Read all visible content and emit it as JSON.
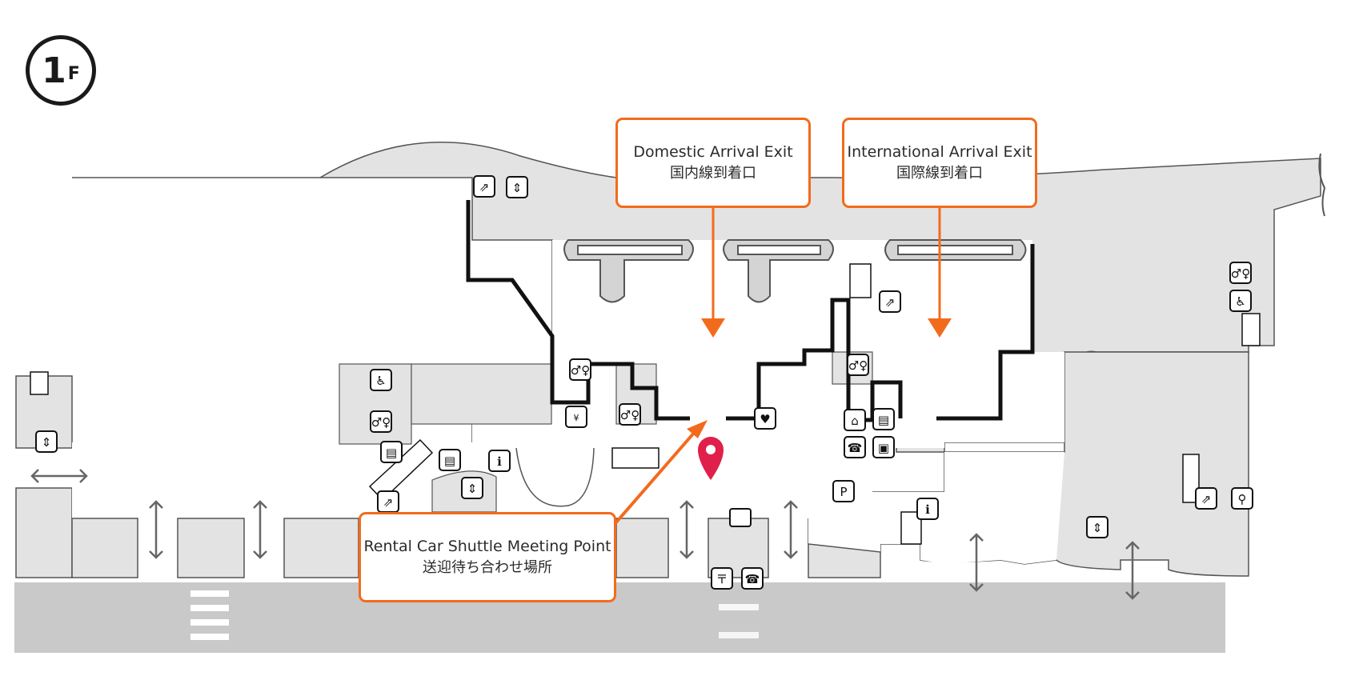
{
  "floor": {
    "number": "1",
    "suffix": "F"
  },
  "callouts": {
    "domestic": {
      "en": "Domestic Arrival Exit",
      "ja": "国内線到着口"
    },
    "international": {
      "en": "International Arrival Exit",
      "ja": "国際線到着口"
    },
    "rental": {
      "en": "Rental Car Shuttle Meeting Point",
      "ja": "送迎待ち合わせ場所"
    }
  },
  "colors": {
    "accent": "#f26b1d",
    "pin": "#e0204a",
    "building": "#e3e3e3",
    "road": "#c9c9c9",
    "wall": "#111111",
    "walkway": "#ffffff"
  },
  "icons": [
    "escalator-icon",
    "elevator-icon",
    "restroom-icon",
    "wheelchair-icon",
    "baggage-lockers-icon",
    "atm-icon",
    "aed-icon",
    "coat-check-icon",
    "phone-icon",
    "parking-car-icon",
    "bicycle-icon",
    "post-office-icon",
    "information-desk-icon",
    "location-pin-icon"
  ]
}
